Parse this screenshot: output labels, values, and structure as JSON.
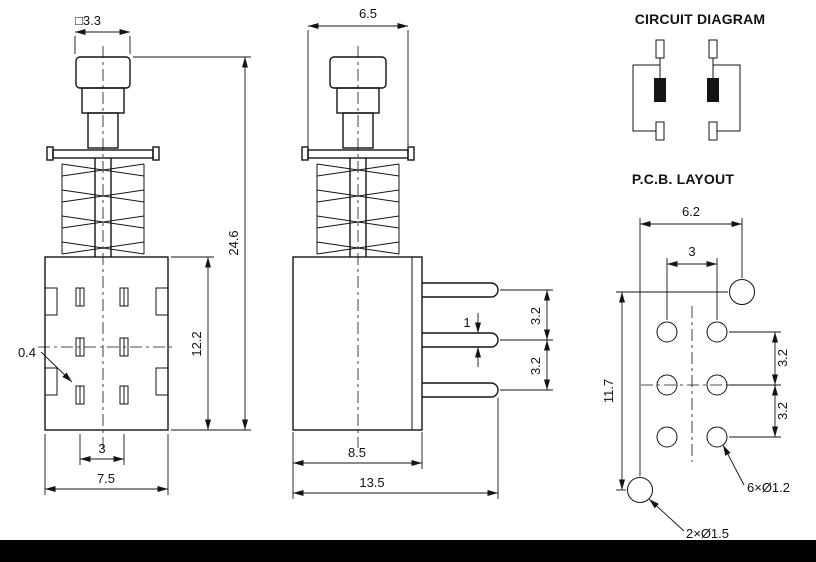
{
  "page": {
    "background": "#ffffff",
    "line_color": "#141414",
    "footer_bar_color": "#000000"
  },
  "front_view": {
    "dim_cap_width": "□3.3",
    "dim_total_height": "24.6",
    "dim_body_height": "12.2",
    "dim_pin_thickness": "0.4",
    "dim_pin_column_spacing": "3",
    "dim_body_width": "7.5"
  },
  "side_view": {
    "dim_flange_width": "6.5",
    "dim_pin_width": "1",
    "dim_pin_pitch_upper": "3.2",
    "dim_pin_pitch_lower": "3.2",
    "dim_body_depth": "8.5",
    "dim_overall_depth": "13.5"
  },
  "circuit_diagram": {
    "title": "CIRCUIT DIAGRAM"
  },
  "pcb_layout": {
    "title": "P.C.B. LAYOUT",
    "dim_peg_span_horizontal": "6.2",
    "dim_hole_column_spacing": "3",
    "dim_peg_span_vertical": "11.7",
    "dim_hole_row_pitch_upper": "3.2",
    "dim_hole_row_pitch_lower": "3.2",
    "label_terminal_holes": "6×Ø1.2",
    "label_locating_holes": "2×Ø1.5"
  }
}
